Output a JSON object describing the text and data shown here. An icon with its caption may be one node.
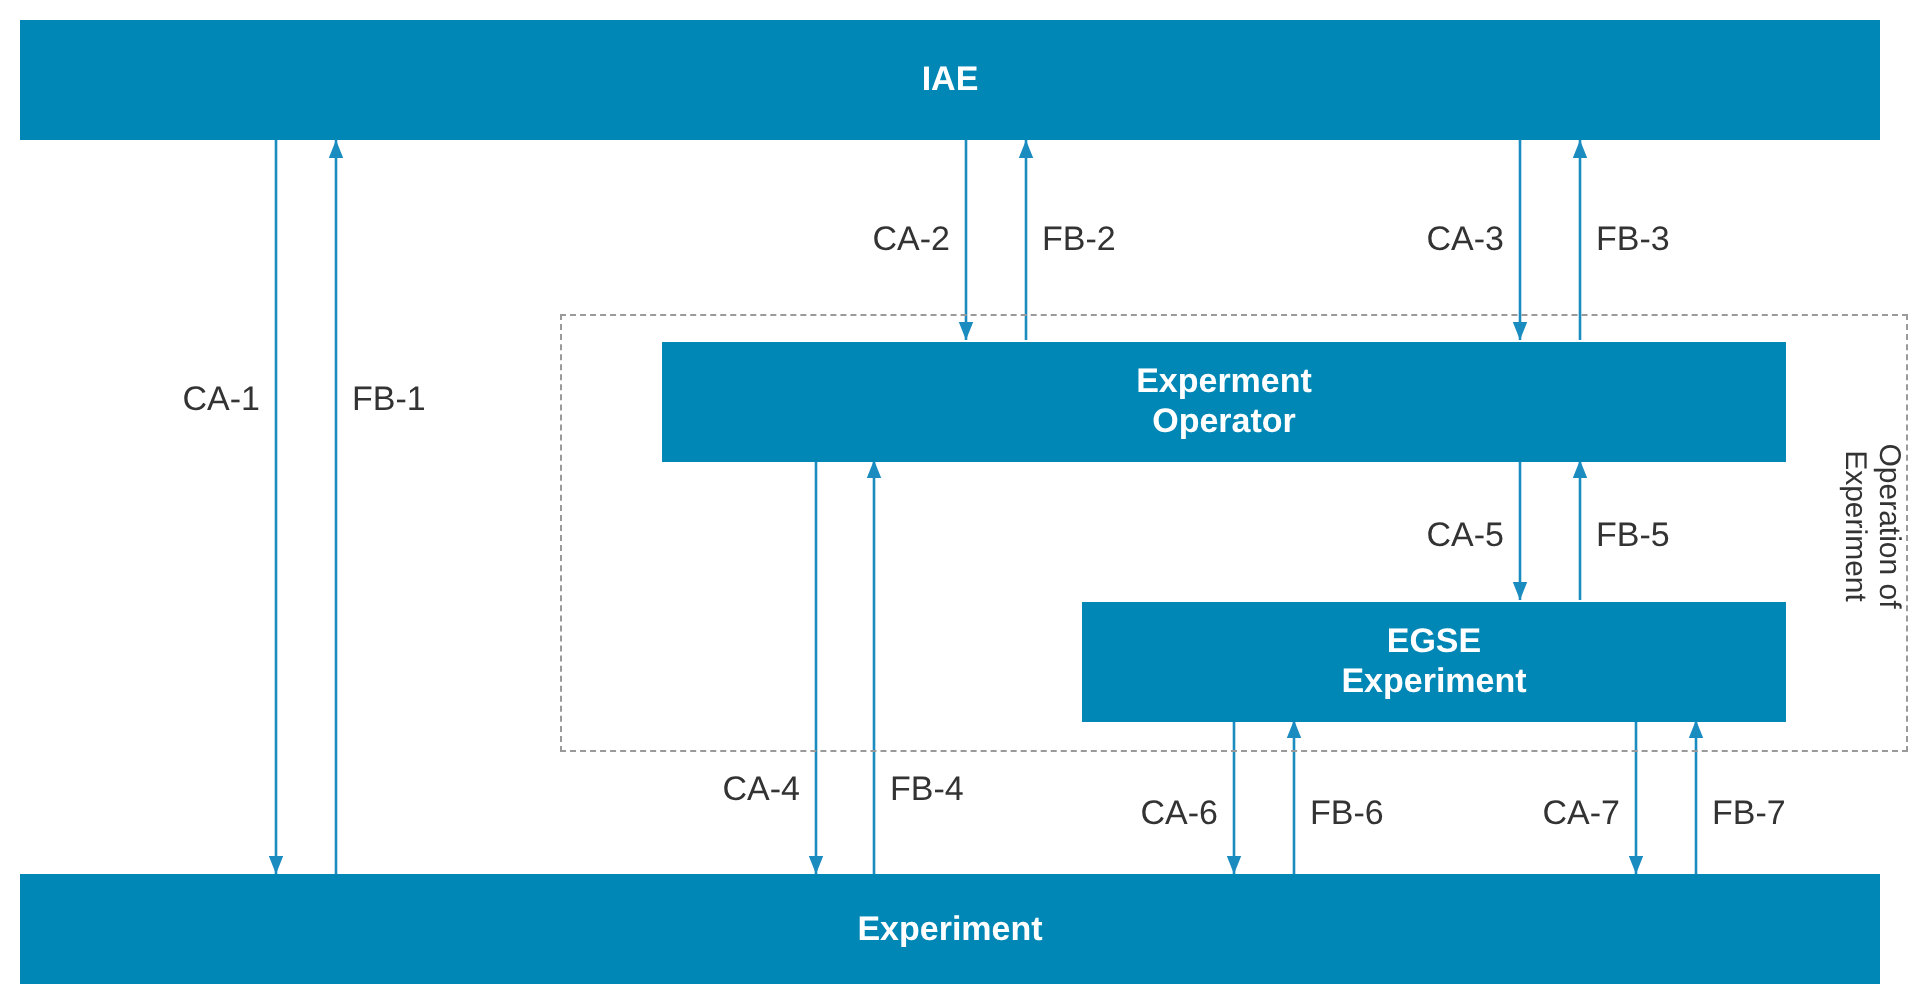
{
  "diagram": {
    "nodes": [
      {
        "text": [
          "IAE"
        ]
      },
      {
        "text": [
          "Operation of Experiment"
        ]
      },
      {
        "text": [
          "Experment Operator"
        ],
        "in": 1
      },
      {
        "text": [
          "EGSE Experiment"
        ],
        "in": 1
      },
      {
        "text": [
          "Experiment"
        ]
      }
    ],
    "edges": [
      {
        "from": 0,
        "to": 4,
        "arrow": "to",
        "label": "CA-1"
      },
      {
        "from": 4,
        "to": 0,
        "arrow": "to",
        "label": "FB-1"
      },
      {
        "from": 0,
        "to": 2,
        "arrow": "to",
        "label": "CA-2"
      },
      {
        "from": 2,
        "to": 0,
        "arrow": "to",
        "label": "FB-2"
      },
      {
        "from": 0,
        "to": 2,
        "arrow": "to",
        "label": "CA-3"
      },
      {
        "from": 2,
        "to": 0,
        "arrow": "to",
        "label": "FB-3"
      },
      {
        "from": 2,
        "to": 4,
        "arrow": "to",
        "label": "CA-4"
      },
      {
        "from": 4,
        "to": 2,
        "arrow": "to",
        "label": "FB-4"
      },
      {
        "from": 2,
        "to": 3,
        "arrow": "to",
        "label": "CA-5"
      },
      {
        "from": 3,
        "to": 2,
        "arrow": "to",
        "label": "FB-5"
      },
      {
        "from": 3,
        "to": 4,
        "arrow": "to",
        "label": "CA-6"
      },
      {
        "from": 4,
        "to": 3,
        "arrow": "to",
        "label": "FB-6"
      },
      {
        "from": 3,
        "to": 4,
        "arrow": "to",
        "label": "CA-7"
      },
      {
        "from": 4,
        "to": 3,
        "arrow": "to",
        "label": "FB-7"
      }
    ]
  }
}
